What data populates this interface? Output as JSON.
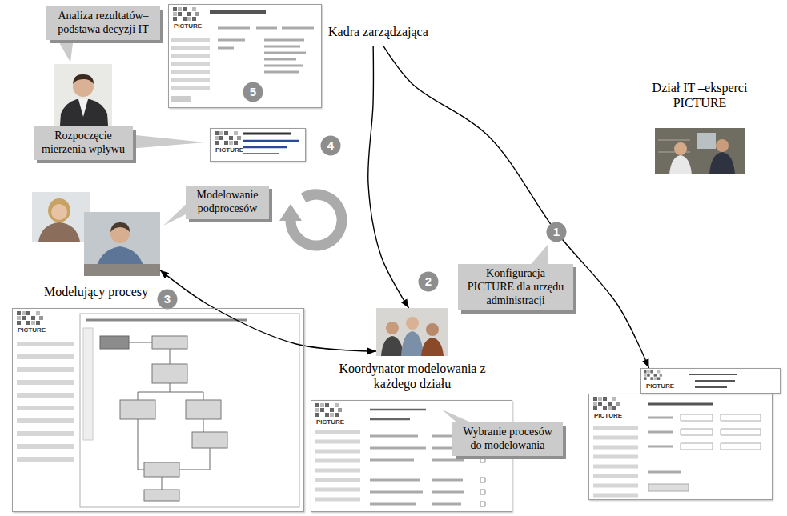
{
  "diagram": {
    "nodes": [
      {
        "text": [
          "Analiza rezultatów– podstawa decyzji IT"
        ]
      },
      {
        "text": [
          "PICTURE"
        ]
      },
      {
        "text": [
          "5"
        ],
        "in": 1
      },
      {
        "text": [
          "Kadra zarządzająca"
        ]
      },
      {
        "text": [
          "Dział IT –eksperci PICTURE"
        ]
      },
      {
        "text": [
          "PICTURE"
        ]
      },
      {
        "text": [
          "4"
        ]
      },
      {
        "text": [
          "Rozpoczęcie mierzenia wpływu"
        ]
      },
      {
        "text": [
          "Modelowanie podprocesów"
        ]
      },
      {
        "text": [
          "1"
        ]
      },
      {
        "text": [
          "Modelujący procesy"
        ]
      },
      {
        "text": [
          "Konfiguracja PICTURE dla urzędu administracji"
        ]
      },
      {
        "text": [
          "3"
        ]
      },
      {
        "text": [
          "2"
        ]
      },
      {
        "text": [
          "Koordynator modelowania z każdego działu"
        ]
      },
      {
        "text": [
          "PICTURE"
        ]
      },
      {
        "text": [
          "PICTURE"
        ]
      },
      {
        "text": [
          "Wybranie procesów do modelowania"
        ]
      },
      {
        "text": [
          "PICTURE"
        ]
      },
      {
        "text": [
          "PICTURE"
        ]
      }
    ],
    "edges": [
      {
        "from": 3,
        "to": 18,
        "arrow": "to"
      },
      {
        "from": 3,
        "to": 14,
        "arrow": "to"
      },
      {
        "from": 10,
        "to": 14,
        "arrow": "both"
      }
    ]
  }
}
